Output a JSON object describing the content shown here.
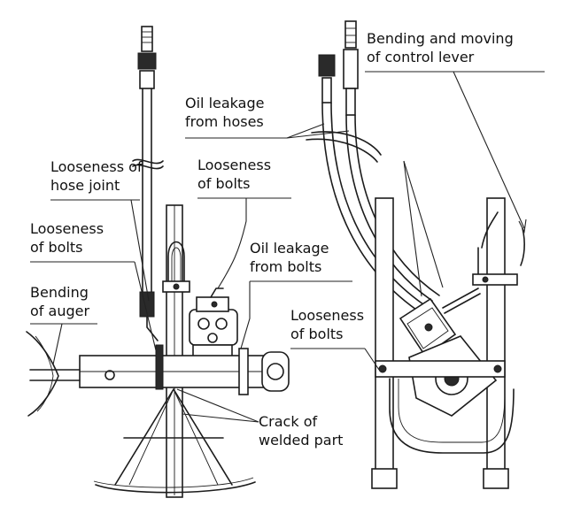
{
  "labels": {
    "bending_moving_control_lever": "Bending and moving\nof control lever",
    "oil_leakage_from_hoses": "Oil leakage\nfrom hoses",
    "looseness_hose_joint": "Looseness of\nhose joint",
    "looseness_bolts_top": "Looseness\nof bolts",
    "looseness_bolts_left": "Looseness\nof bolts",
    "oil_leakage_from_bolts": "Oil leakage\nfrom bolts",
    "bending_of_auger": "Bending\nof auger",
    "looseness_bolts_right": "Looseness\nof bolts",
    "crack_welded_part": "Crack of\nwelded part"
  }
}
